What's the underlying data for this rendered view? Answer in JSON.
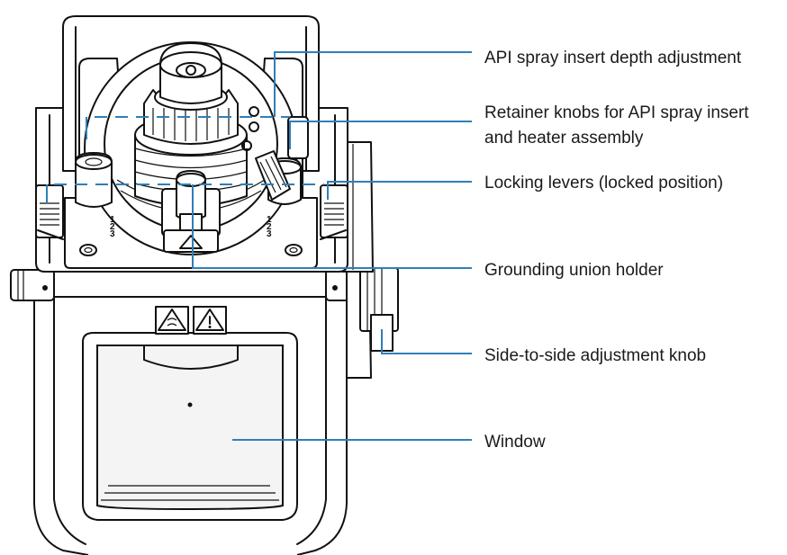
{
  "colors": {
    "leader": "#2f7fb8",
    "ink": "#111111",
    "background": "#ffffff"
  },
  "callouts": [
    {
      "id": "api-spray-insert-depth-adjustment",
      "lines": [
        "API spray insert depth adjustment"
      ]
    },
    {
      "id": "retainer-knobs",
      "lines": [
        "Retainer knobs for API spray insert",
        "and heater assembly"
      ]
    },
    {
      "id": "locking-levers",
      "lines": [
        "Locking levers (locked position)"
      ]
    },
    {
      "id": "grounding-union-holder",
      "lines": [
        "Grounding union holder"
      ]
    },
    {
      "id": "side-to-side-adjustment-knob",
      "lines": [
        "Side-to-side adjustment knob"
      ]
    },
    {
      "id": "window",
      "lines": [
        "Window"
      ]
    }
  ],
  "gauge_marks": [
    "1",
    "2",
    "3"
  ]
}
